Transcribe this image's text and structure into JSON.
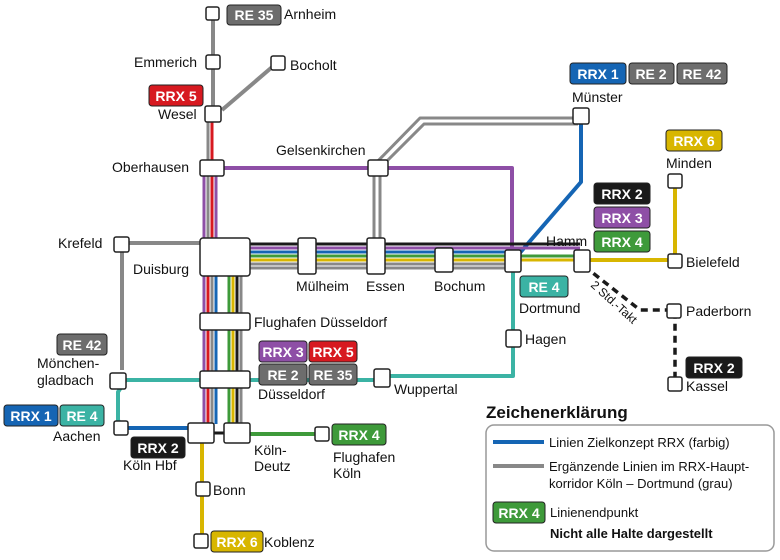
{
  "colors": {
    "rrx1": "#1565b4",
    "rrx2": "#1a1a1a",
    "rrx3": "#8e4fa6",
    "rrx4": "#3e9a3a",
    "rrx5": "#d71920",
    "rrx6": "#d8b600",
    "re4": "#3bb3a4",
    "grey": "#888888",
    "grey_badge": "#6d6d6d"
  },
  "stations": {
    "arnheim": "Arnheim",
    "emmerich": "Emmerich",
    "bocholt": "Bocholt",
    "wesel": "Wesel",
    "oberhausen": "Oberhausen",
    "gelsenkirchen": "Gelsenkirchen",
    "muenster": "Münster",
    "minden": "Minden",
    "krefeld": "Krefeld",
    "duisburg": "Duisburg",
    "muelheim": "Mülheim",
    "essen": "Essen",
    "bochum": "Bochum",
    "hamm": "Hamm",
    "bielefeld": "Bielefeld",
    "dortmund": "Dortmund",
    "paderborn": "Paderborn",
    "flughafen_dus": "Flughafen Düsseldorf",
    "hagen": "Hagen",
    "moenchengladbach_1": "Mönchen-",
    "moenchengladbach_2": "gladbach",
    "duesseldorf": "Düsseldorf",
    "wuppertal": "Wuppertal",
    "kassel": "Kassel",
    "aachen": "Aachen",
    "koeln_hbf": "Köln Hbf",
    "koeln_deutz_1": "Köln-",
    "koeln_deutz_2": "Deutz",
    "flughafen_koeln_1": "Flughafen",
    "flughafen_koeln_2": "Köln",
    "bonn": "Bonn",
    "koblenz": "Koblenz"
  },
  "badges": {
    "re35_top": "RE 35",
    "rrx5_wesel": "RRX 5",
    "rrx1_muenster": "RRX 1",
    "re2_muenster": "RE 2",
    "re42_muenster": "RE 42",
    "rrx6_minden": "RRX 6",
    "rrx2_hamm": "RRX 2",
    "rrx3_hamm": "RRX 3",
    "rrx4_hamm": "RRX 4",
    "re4_dortmund": "RE 4",
    "re42_mg": "RE 42",
    "rrx3_dus": "RRX 3",
    "rrx5_dus": "RRX 5",
    "re2_dus": "RE 2",
    "re35_dus": "RE 35",
    "rrx1_aachen": "RRX 1",
    "re4_aachen": "RE 4",
    "rrx2_koeln": "RRX 2",
    "rrx4_fkb": "RRX 4",
    "rrx2_kassel": "RRX 2",
    "rrx6_koblenz": "RRX 6"
  },
  "note_2std": "2 Std.-Takt",
  "legend": {
    "title": "Zeichenerklärung",
    "line_rrx": "Linien Zielkonzept RRX (farbig)",
    "line_grey_1": "Ergänzende Linien im RRX-Haupt-",
    "line_grey_2": "korridor Köln – Dortmund  (grau)",
    "badge": "RRX 4",
    "badge_text": "Linienendpunkt",
    "note": "Nicht alle Halte dargestellt"
  }
}
